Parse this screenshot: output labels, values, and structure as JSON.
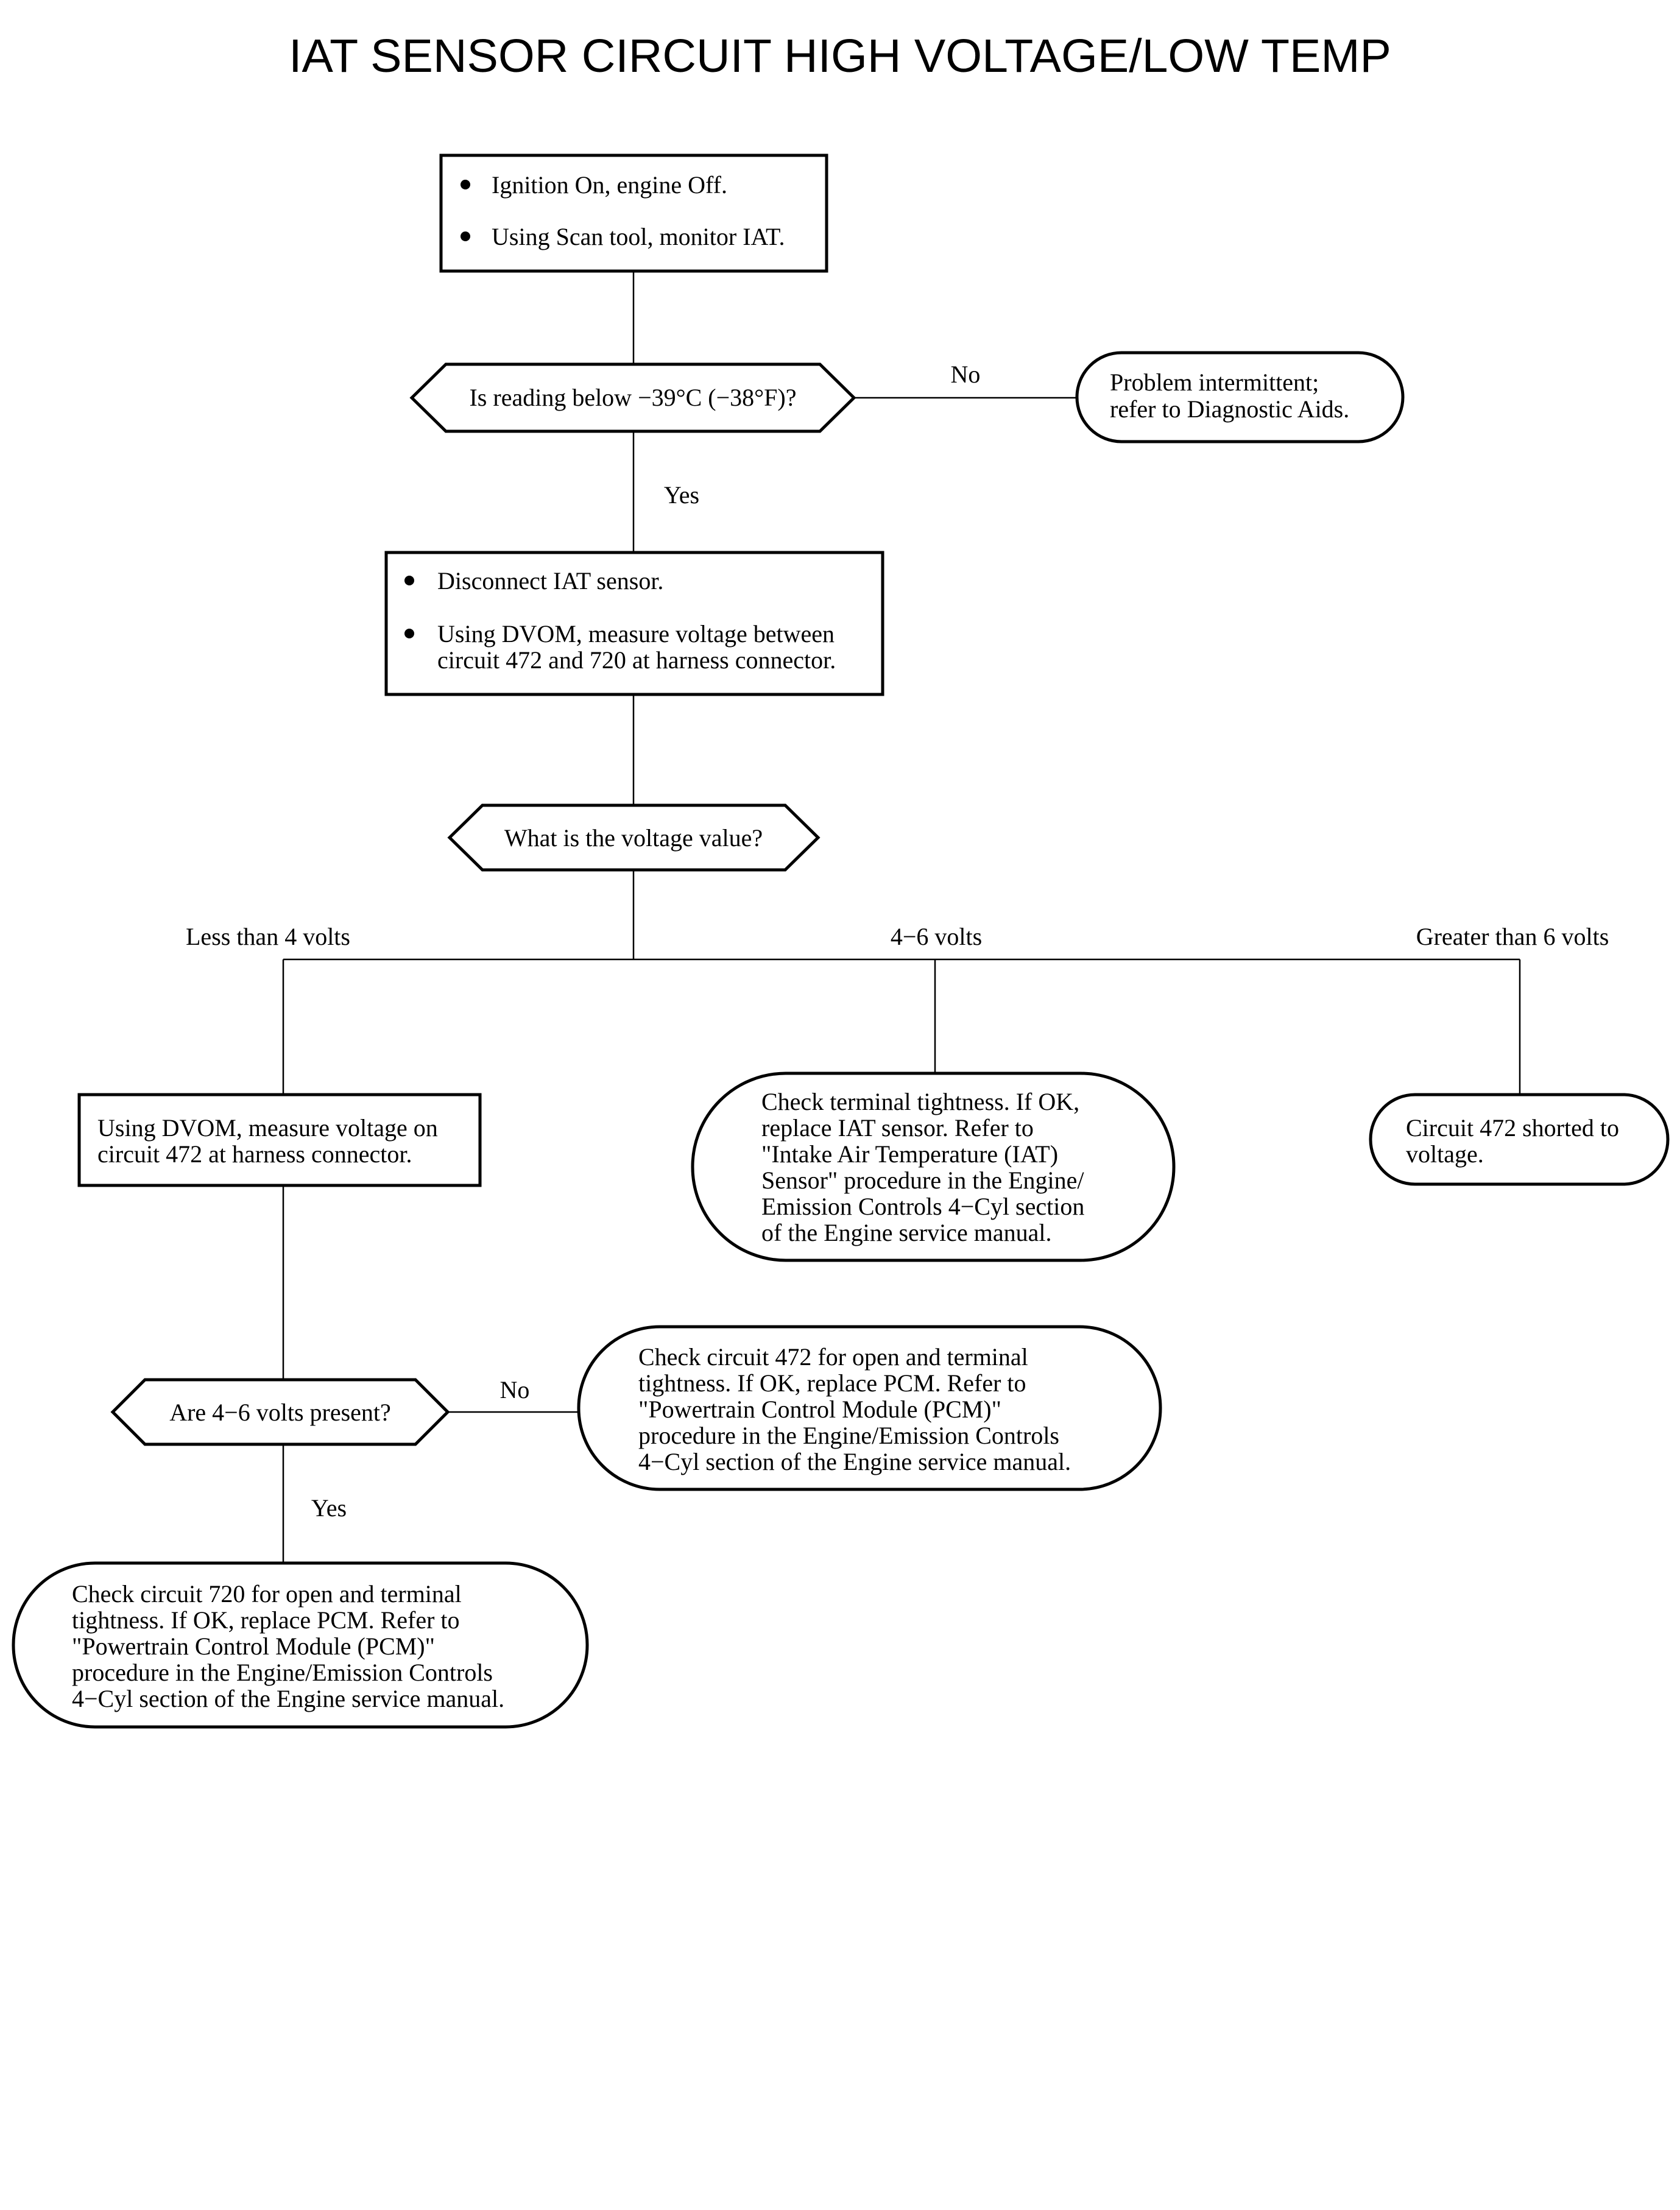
{
  "title": "IAT SENSOR CIRCUIT HIGH VOLTAGE/LOW TEMP",
  "step1": {
    "bullet1": "Ignition On, engine Off.",
    "bullet2": "Using Scan tool, monitor IAT."
  },
  "decision1": {
    "question": "Is reading below −39°C (−38°F)?",
    "no_label": "No",
    "yes_label": "Yes"
  },
  "outcome_intermittent": {
    "line1": "Problem intermittent;",
    "line2": "refer to Diagnostic Aids."
  },
  "step2": {
    "bullet1": "Disconnect IAT sensor.",
    "bullet2_line1": "Using DVOM, measure voltage between",
    "bullet2_line2": "circuit 472 and 720 at harness connector."
  },
  "decision2": {
    "question": "What is the voltage value?",
    "branch_low": "Less than 4 volts",
    "branch_mid": "4−6 volts",
    "branch_high": "Greater than 6 volts"
  },
  "step3": {
    "line1": "Using DVOM, measure voltage on",
    "line2": "circuit 472 at harness connector."
  },
  "outcome_replace_sensor": {
    "line1": "Check terminal tightness. If OK,",
    "line2": "replace IAT sensor. Refer to",
    "line3": "\"Intake Air Temperature (IAT)",
    "line4": "Sensor\" procedure in the Engine/",
    "line5": "Emission Controls 4−Cyl section",
    "line6": "of the Engine service manual."
  },
  "outcome_shorted": {
    "line1": "Circuit 472 shorted to",
    "line2": "voltage."
  },
  "decision3": {
    "question": "Are 4−6 volts present?",
    "no_label": "No",
    "yes_label": "Yes"
  },
  "outcome_check_472": {
    "line1": "Check circuit 472 for open and terminal",
    "line2": "tightness. If OK, replace PCM. Refer to",
    "line3": "\"Powertrain Control Module (PCM)\"",
    "line4": "procedure in the Engine/Emission Controls",
    "line5": "4−Cyl section of the Engine service manual."
  },
  "outcome_check_720": {
    "line1": "Check circuit 720 for open and terminal",
    "line2": "tightness. If OK, replace PCM. Refer to",
    "line3": "\"Powertrain Control Module (PCM)\"",
    "line4": "procedure in the Engine/Emission Controls",
    "line5": "4−Cyl section of the Engine service manual."
  }
}
